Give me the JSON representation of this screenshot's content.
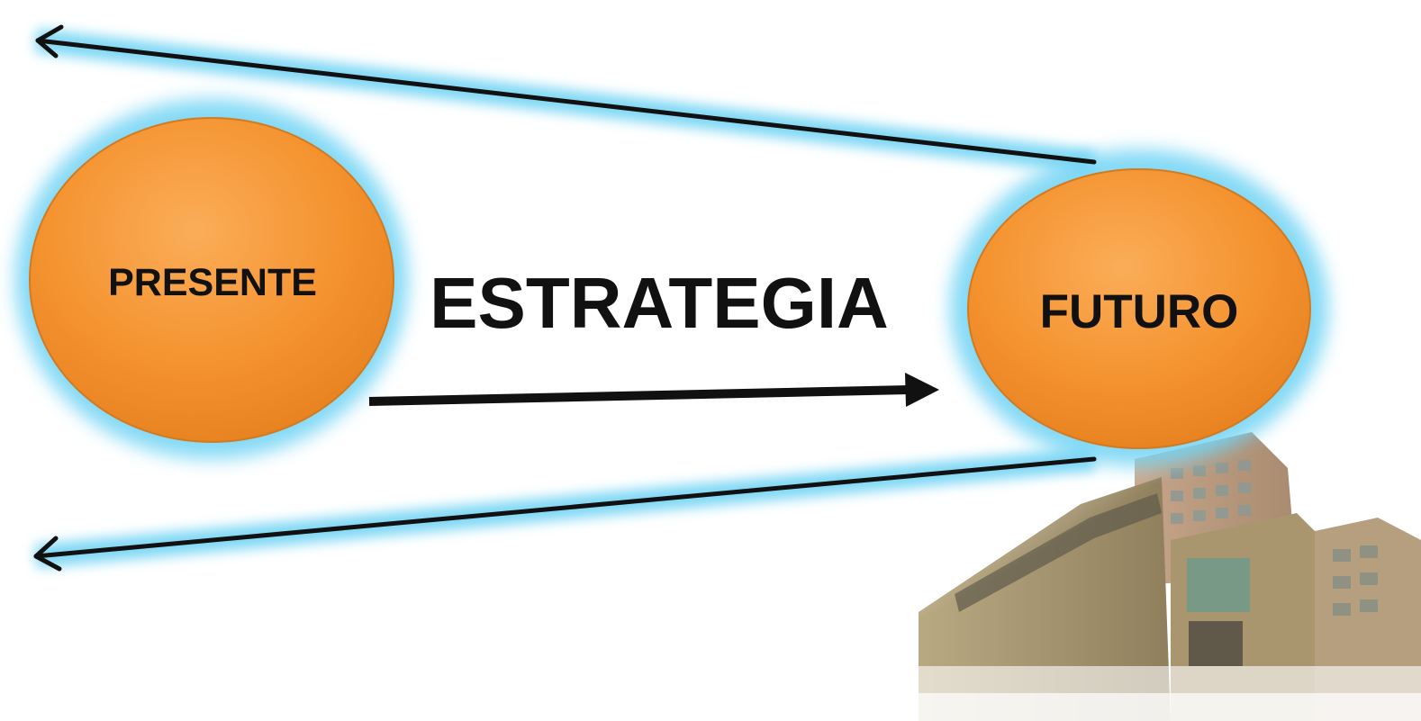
{
  "diagram": {
    "nodes": {
      "present": {
        "label": "PRESENTE"
      },
      "future": {
        "label": "FUTURO"
      }
    },
    "center_label": "ESTRATEGIA",
    "colors": {
      "node_fill_light": "#fbad59",
      "node_fill_mid": "#f4922e",
      "node_fill_dark": "#e6801f",
      "node_stroke": "#d37a20",
      "glow": "#6fd3f4",
      "arrow": "#111111"
    },
    "image": {
      "name": "building-photo"
    }
  }
}
